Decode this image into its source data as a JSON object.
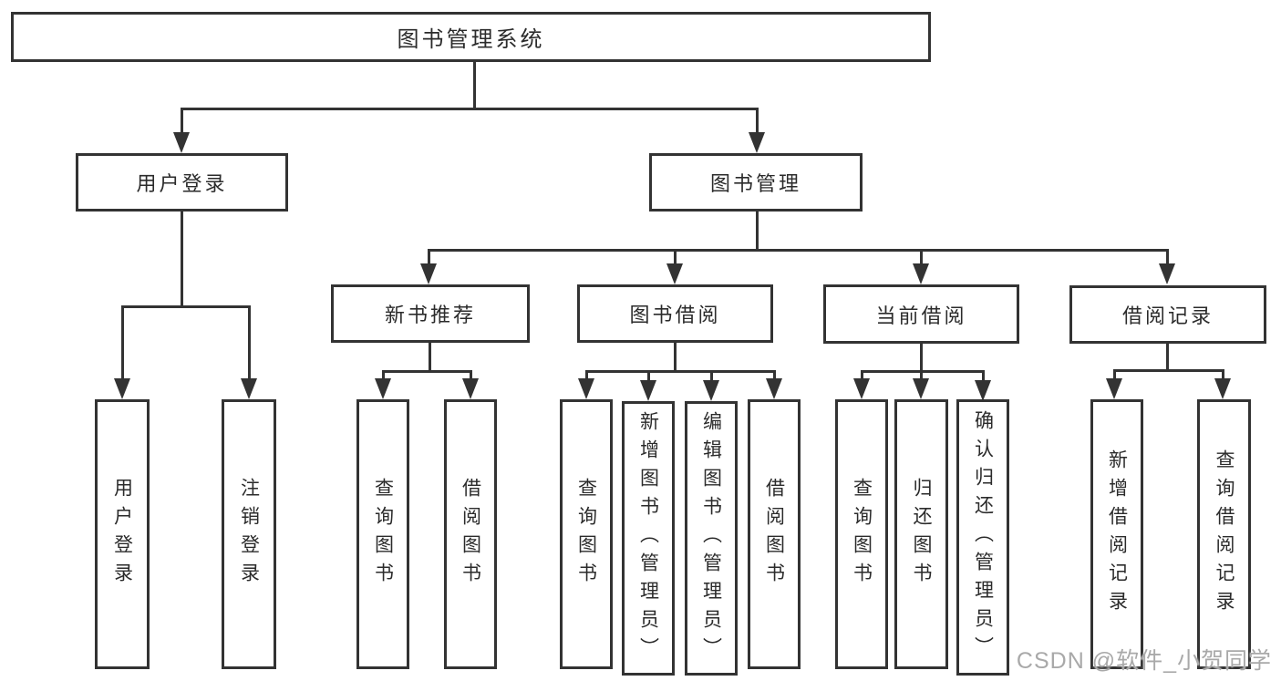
{
  "diagram": {
    "title": "图书管理系统",
    "branches": [
      {
        "label": "用户登录",
        "children": [
          "用户登录",
          "注销登录"
        ]
      },
      {
        "label": "图书管理",
        "children": [
          {
            "label": "新书推荐",
            "children": [
              "查询图书",
              "借阅图书"
            ]
          },
          {
            "label": "图书借阅",
            "children": [
              "查询图书",
              "新增图书（管理员）",
              "编辑图书（管理员）",
              "借阅图书"
            ]
          },
          {
            "label": "当前借阅",
            "children": [
              "查询图书",
              "归还图书",
              "确认归还（管理员）"
            ]
          },
          {
            "label": "借阅记录",
            "children": [
              "新增借阅记录",
              "查询借阅记录"
            ]
          }
        ]
      }
    ]
  },
  "watermark": {
    "text": "CSDN @软件_小贺同学"
  },
  "colors": {
    "line": "#333333",
    "text": "#2b2b2b",
    "background": "#ffffff",
    "watermark": "#a9a9a9"
  }
}
